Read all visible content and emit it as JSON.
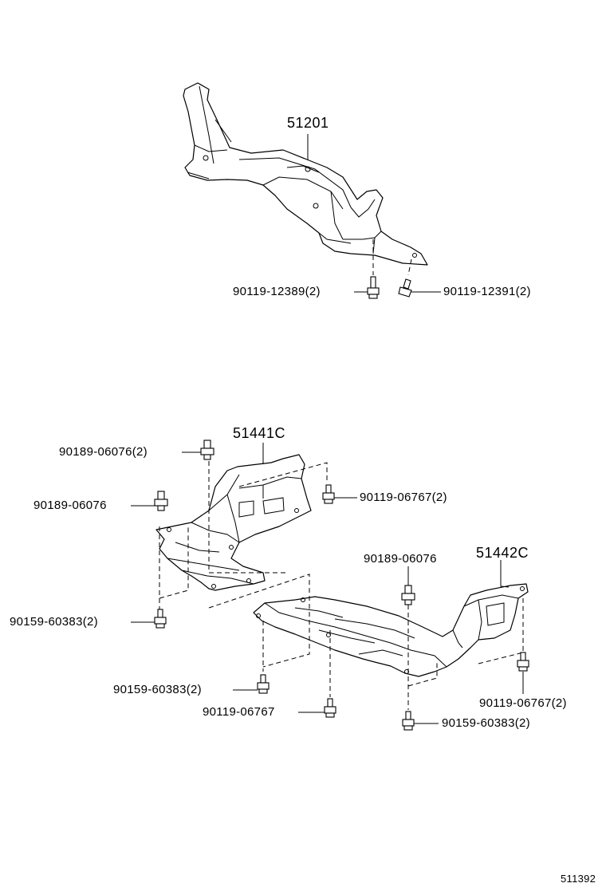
{
  "diagram": {
    "figure_id": "511392",
    "parts": [
      {
        "number": "51201"
      },
      {
        "number": "51441C"
      },
      {
        "number": "51442C"
      }
    ],
    "fasteners": [
      {
        "number": "90119-12389",
        "qty": "(2)"
      },
      {
        "number": "90119-12391",
        "qty": "(2)"
      },
      {
        "number": "90189-06076",
        "qty": "(2)"
      },
      {
        "number": "90189-06076",
        "qty": ""
      },
      {
        "number": "90119-06767",
        "qty": "(2)"
      },
      {
        "number": "90159-60383",
        "qty": "(2)"
      },
      {
        "number": "90189-06076",
        "qty": ""
      },
      {
        "number": "90159-60383",
        "qty": "(2)"
      },
      {
        "number": "90119-06767",
        "qty": ""
      },
      {
        "number": "90119-06767",
        "qty": "(2)"
      },
      {
        "number": "90159-60383",
        "qty": "(2)"
      }
    ]
  }
}
